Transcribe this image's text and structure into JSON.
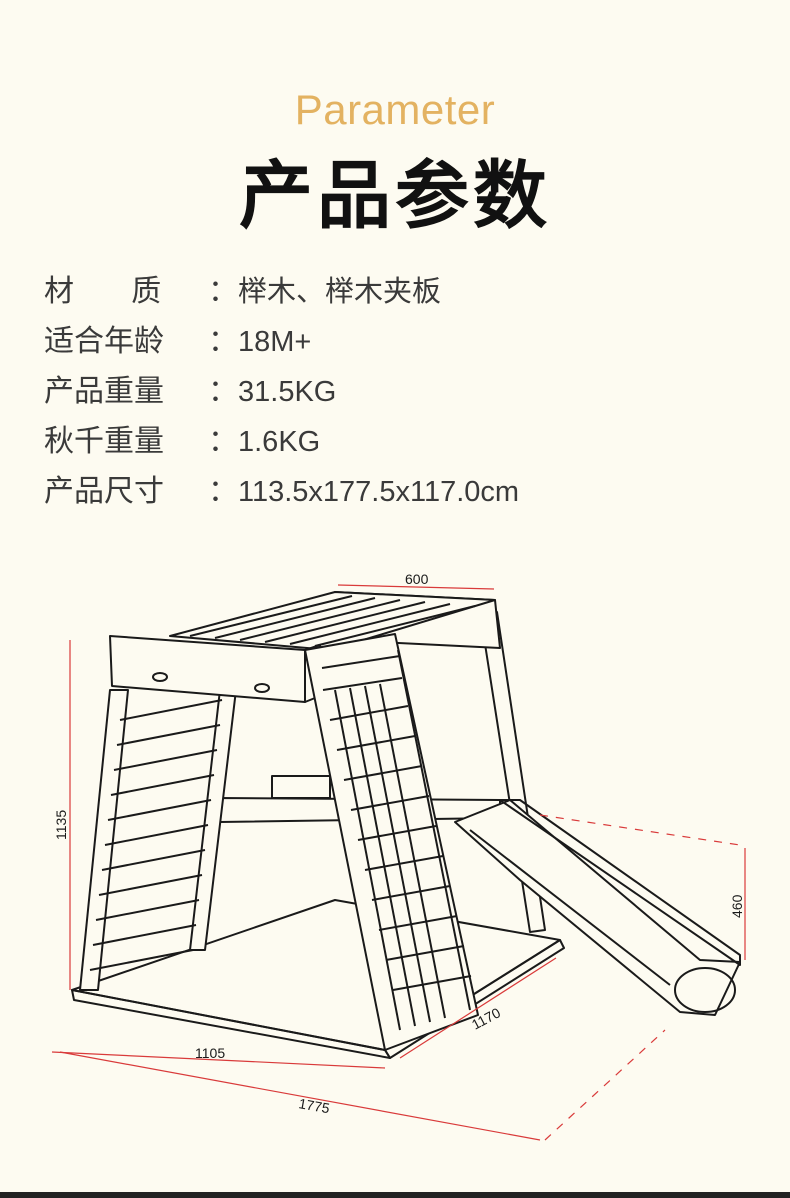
{
  "header": {
    "subtitle": "Parameter",
    "title": "产品参数"
  },
  "specs": [
    {
      "label": "材      质",
      "value": "榉木、榉木夹板"
    },
    {
      "label": "适合年龄",
      "value": "18M+"
    },
    {
      "label": "产品重量",
      "value": "31.5KG"
    },
    {
      "label": "秋千重量",
      "value": "1.6KG"
    },
    {
      "label": "产品尺寸",
      "value": "113.5x177.5x117.0cm"
    }
  ],
  "colon": "：",
  "dimensions": {
    "top_width": "600",
    "height": "1135",
    "slide_height": "460",
    "depth": "1170",
    "front_width": "1105",
    "total_length": "1775"
  },
  "colors": {
    "accent": "#e3b261",
    "dimension_line": "#d93a3a",
    "background": "#fdfbf1"
  }
}
